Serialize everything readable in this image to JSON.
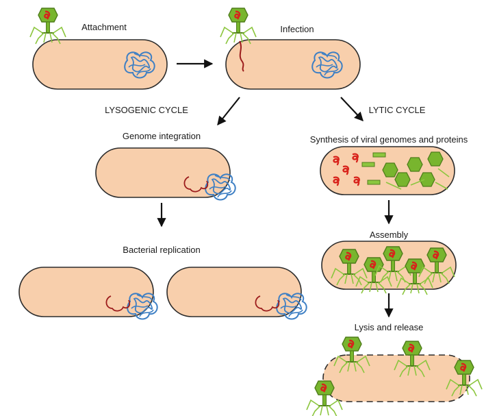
{
  "steps": {
    "attachment": "Attachment",
    "infection": "Infection",
    "lysogenic_cycle": "LYSOGENIC CYCLE",
    "lytic_cycle": "LYTIC CYCLE",
    "genome_integration": "Genome integration",
    "synthesis": "Synthesis of viral genomes and proteins",
    "bacterial_replication": "Bacterial replication",
    "assembly": "Assembly",
    "lysis_release": "Lysis and release"
  },
  "colors": {
    "cell_fill": "#f8cfac",
    "cell_stroke": "#2b2b2b",
    "dna_bacterial": "#3d7fc4",
    "dna_prophage": "#9c1c1c",
    "phage_head": "#78b52e",
    "phage_dark": "#4f7d1b",
    "phage_dna": "#d8221b",
    "tail_fibers": "#8cc63f",
    "arrow": "#111111"
  }
}
